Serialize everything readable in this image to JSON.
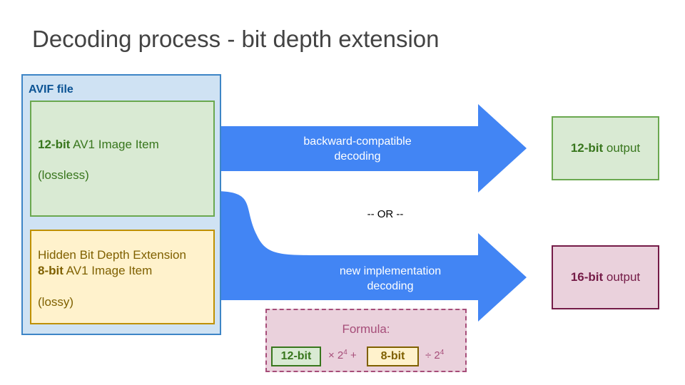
{
  "title": "Decoding process - bit depth extension",
  "avif_file": {
    "label": "AVIF file",
    "main_item": {
      "bits": "12-bit",
      "name": " AV1 Image Item",
      "note": "(lossless)"
    },
    "hidden_item": {
      "line1": "Hidden Bit Depth Extension",
      "bits": "8-bit",
      "name": " AV1 Image Item",
      "note": "(lossy)"
    }
  },
  "arrows": {
    "top_line1": "backward-compatible",
    "top_line2": "decoding",
    "or": "-- OR --",
    "bottom_line1": "new implementation",
    "bottom_line2": "decoding"
  },
  "outputs": {
    "top": {
      "bits": "12-bit",
      "label": " output"
    },
    "bottom": {
      "bits": "16-bit",
      "label": " output"
    }
  },
  "formula": {
    "label": "Formula:",
    "term1": "12-bit",
    "op1": "× 2",
    "exp1": "4",
    "op1b": " +",
    "term2": "8-bit",
    "op2": "÷ 2",
    "exp2": "4"
  },
  "colors": {
    "arrow": "#4285f4",
    "green_fill": "#d9ead3",
    "yellow_fill": "#fff2cc",
    "purple_fill": "#ead1dc",
    "blue_fill": "#cfe2f3"
  }
}
